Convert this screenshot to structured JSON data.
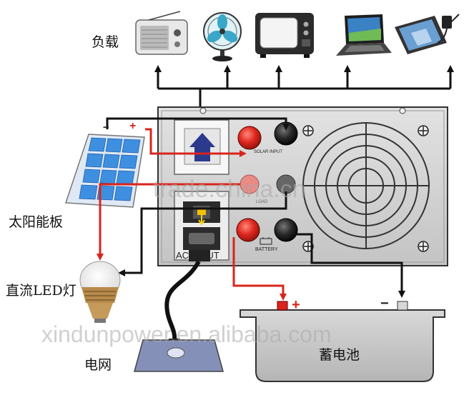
{
  "labels": {
    "load": "负载",
    "solar_panel": "太阳能板",
    "dc_led": "直流LED灯",
    "grid": "电网",
    "battery": "蓄电池",
    "ac_input": "AC INPUT",
    "battery_terminal": "BATTERY",
    "solar_input": "SOLAR INPUT",
    "load_terminal": "LOAD"
  },
  "polarity": {
    "plus": "+",
    "minus": "−"
  },
  "watermarks": {
    "trade": "trade.china.cn",
    "site": "xindunpower.en.alibaba.com"
  },
  "colors": {
    "wire_positive": "#d9241c",
    "wire_negative": "#111111",
    "terminal_red": "#e0281f",
    "inverter_body": "#d4d4d4",
    "solar_cell": "#3f8fe0",
    "battery_body": "#c9c9c9"
  },
  "icons": [
    "radio-icon",
    "fan-icon",
    "tv-icon",
    "laptop-icon",
    "tablet-charger-icon",
    "led-bulb-icon",
    "wall-socket-icon"
  ]
}
